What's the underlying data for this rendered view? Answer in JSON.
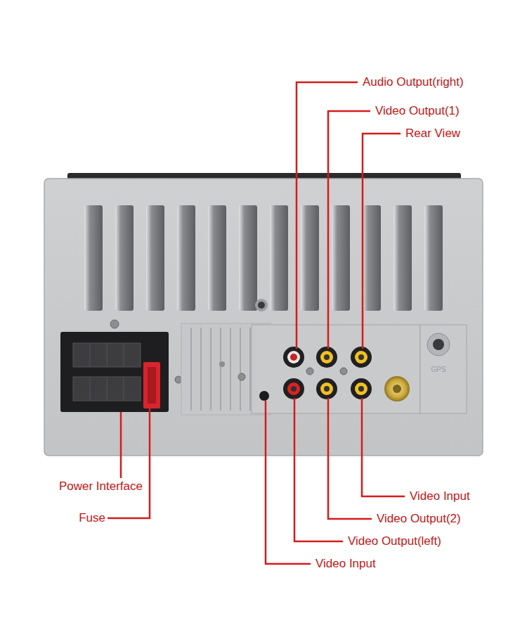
{
  "diagram": {
    "labels": [
      "Audio Output(right)",
      "Video Output(1)",
      "Rear View",
      "Power Interface",
      "Fuse",
      "Video Input",
      "Video Output(2)",
      "Video Output(left)",
      "Video Input",
      "GPS"
    ]
  }
}
